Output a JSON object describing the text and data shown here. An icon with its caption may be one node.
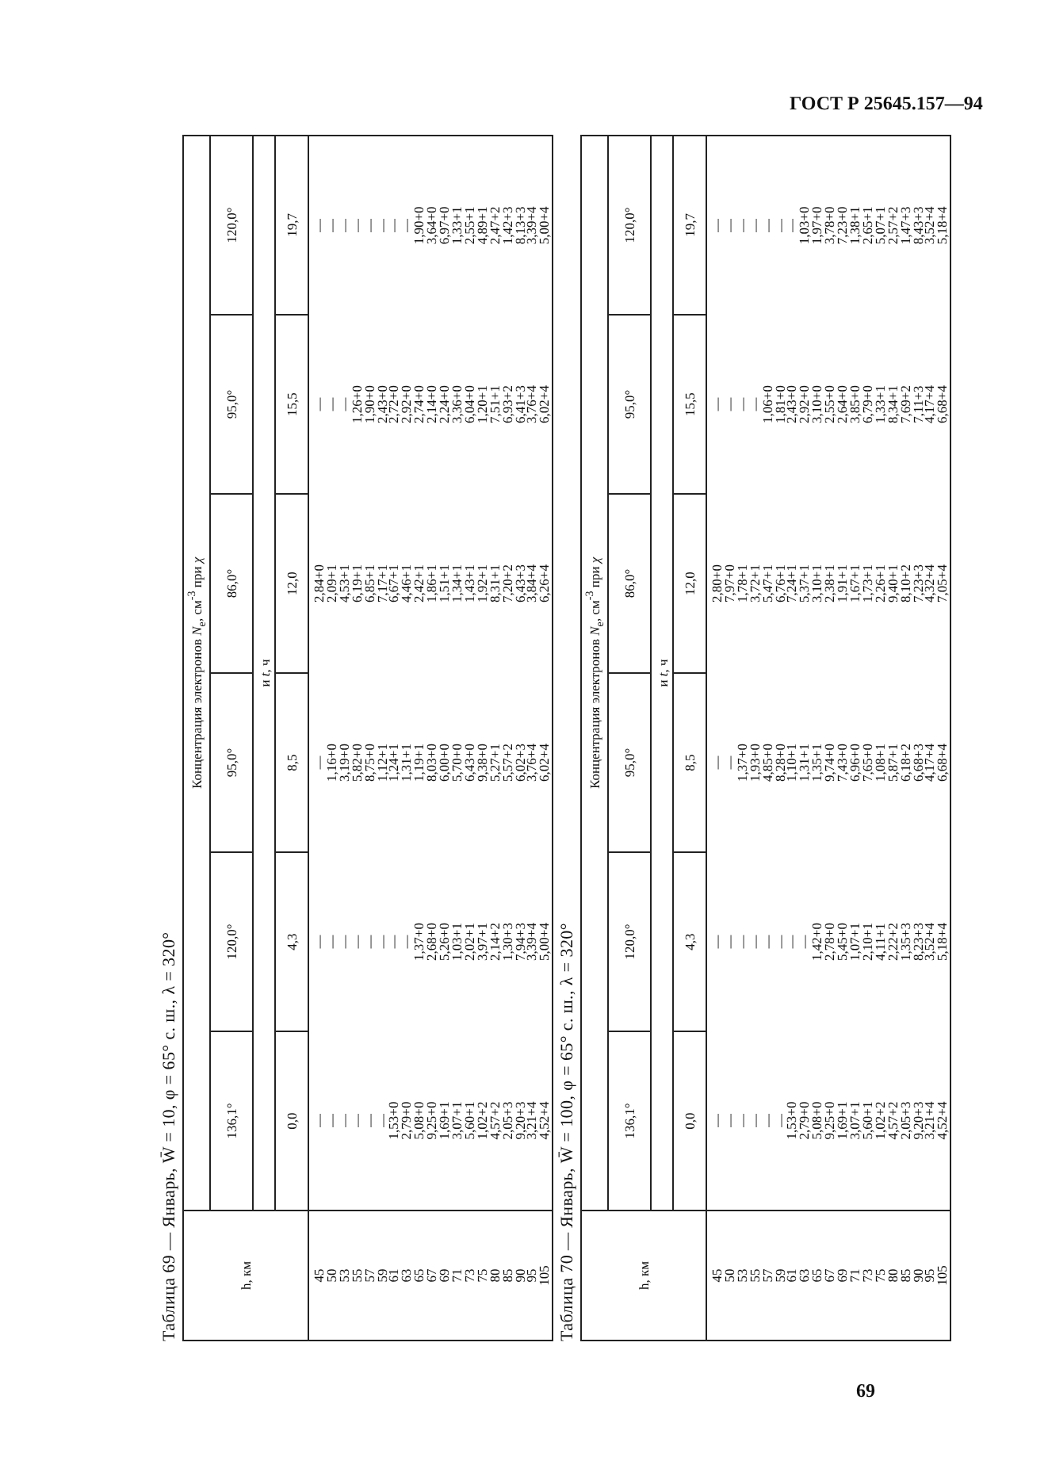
{
  "diagram": {
    "labels": [
      "ГОСТ Р 25645.157—94",
      "Таблица 69 — Январь, W̄ = 10, φ = 65° с. ш., λ = 320°",
      "h, км",
      "Концентрация электронов *N*$_{e}$, см$^{-3}$ при *χ*",
      "136,1°",
      "120,0°",
      "95,0°",
      "86,0°",
      "95,0°",
      "120,0°",
      "и *t*, ч",
      "0,0",
      "4,3",
      "8,5",
      "12,0",
      "15,5",
      "19,7",
      "45",
      "—",
      "—",
      "—",
      "2,84+0",
      "—",
      "—",
      "50",
      "—",
      "—",
      "1,16+0",
      "2,09+1",
      "—",
      "—",
      "53",
      "—",
      "—",
      "3,19+0",
      "4,53+1",
      "—",
      "—",
      "55",
      "—",
      "—",
      "5,82+0",
      "6,19+1",
      "1,26+0",
      "—",
      "57",
      "—",
      "—",
      "8,75+0",
      "6,85+1",
      "1,90+0",
      "—",
      "59",
      "—",
      "—",
      "1,12+1",
      "7,17+1",
      "2,43+0",
      "—",
      "61",
      "1,53+0",
      "—",
      "1,24+1",
      "6,67+1",
      "2,72+0",
      "—",
      "63",
      "2,79+0",
      "—",
      "1,31+1",
      "4,46+1",
      "2,92+0",
      "—",
      "65",
      "5,08+0",
      "1,37+0",
      "1,19+1",
      "2,42+1",
      "2,74+0",
      "1,90+0",
      "67",
      "9,25+0",
      "2,68+0",
      "8,03+0",
      "1,86+1",
      "2,14+0",
      "3,64+0",
      "69",
      "1,69+1",
      "5,26+0",
      "6,00+0",
      "1,51+1",
      "2,24+0",
      "6,97+0",
      "71",
      "3,07+1",
      "1,03+1",
      "5,70+0",
      "1,34+1",
      "3,36+0",
      "1,33+1",
      "73",
      "5,60+1",
      "2,02+1",
      "6,43+0",
      "1,43+1",
      "6,04+0",
      "2,55+1",
      "75",
      "1,02+2",
      "3,97+1",
      "9,38+0",
      "1,92+1",
      "1,20+1",
      "4,89+1",
      "80",
      "4,57+2",
      "2,14+2",
      "5,27+1",
      "8,31+1",
      "7,51+1",
      "2,47+2",
      "85",
      "2,05+3",
      "1,30+3",
      "5,57+2",
      "7,20+2",
      "6,93+2",
      "1,42+3",
      "90",
      "9,20+3",
      "7,94+3",
      "6,02+3",
      "6,43+3",
      "6,41+3",
      "8,13+3",
      "95",
      "3,21+4",
      "3,39+4",
      "3,76+4",
      "3,84+4",
      "3,76+4",
      "3,39+4",
      "105",
      "4,52+4",
      "5,00+4",
      "6,02+4",
      "6,26+4",
      "6,02+4",
      "5,00+4",
      "Таблица 70 — Январь, W̄ = 100, φ = 65° с. ш., λ = 320°",
      "h, км",
      "Концентрация электронов *N*$_{e}$, см$^{-3}$ при *χ*",
      "136,1°",
      "120,0°",
      "95,0°",
      "86,0°",
      "95,0°",
      "120,0°",
      "и *t*, ч",
      "0,0",
      "4,3",
      "8,5",
      "12,0",
      "15,5",
      "19,7",
      "45",
      "—",
      "—",
      "—",
      "2,80+0",
      "—",
      "—",
      "50",
      "—",
      "—",
      "—",
      "7,97+0",
      "—",
      "—",
      "53",
      "—",
      "—",
      "1,37+0",
      "1,78+1",
      "—",
      "—",
      "55",
      "—",
      "—",
      "1,93+0",
      "3,72+1",
      "—",
      "—",
      "57",
      "—",
      "—",
      "4,85+0",
      "5,47+1",
      "1,06+0",
      "—",
      "59",
      "—",
      "—",
      "8,28+0",
      "6,76+1",
      "1,81+0",
      "—",
      "61",
      "1,53+0",
      "—",
      "1,10+1",
      "7,24+1",
      "2,43+0",
      "—",
      "63",
      "2,79+0",
      "—",
      "1,31+1",
      "5,37+1",
      "2,92+0",
      "1,03+0",
      "65",
      "5,08+0",
      "1,42+0",
      "1,35+1",
      "3,10+1",
      "3,10+0",
      "1,97+0",
      "67",
      "9,25+0",
      "2,78+0",
      "9,74+0",
      "2,38+1",
      "2,55+0",
      "3,78+0",
      "69",
      "1,69+1",
      "5,45+0",
      "7,43+0",
      "1,91+1",
      "2,64+0",
      "7,23+0",
      "71",
      "3,07+1",
      "1,07+1",
      "6,96+0",
      "1,67+1",
      "3,85+0",
      "1,38+1",
      "73",
      "5,60+1",
      "2,10+1",
      "7,65+0",
      "1,73+1",
      "6,79+0",
      "2,65+1",
      "75",
      "1,02+2",
      "4,11+1",
      "1,08+1",
      "2,26+1",
      "1,33+1",
      "5,07+1",
      "80",
      "4,57+2",
      "2,22+2",
      "5,87+1",
      "9,40+1",
      "8,34+1",
      "2,57+2",
      "85",
      "2,05+3",
      "1,35+3",
      "6,18+2",
      "8,10+2",
      "7,69+2",
      "1,47+3",
      "90",
      "9,20+3",
      "8,23+3",
      "6,68+3",
      "7,23+3",
      "7,11+3",
      "8,43+3",
      "95",
      "3,21+4",
      "3,52+4",
      "4,17+4",
      "4,32+4",
      "4,17+4",
      "3,52+4",
      "105",
      "4,52+4",
      "5,18+4",
      "6,68+4",
      "7,05+4",
      "6,68+4",
      "5,18+4",
      "69"
    ]
  }
}
